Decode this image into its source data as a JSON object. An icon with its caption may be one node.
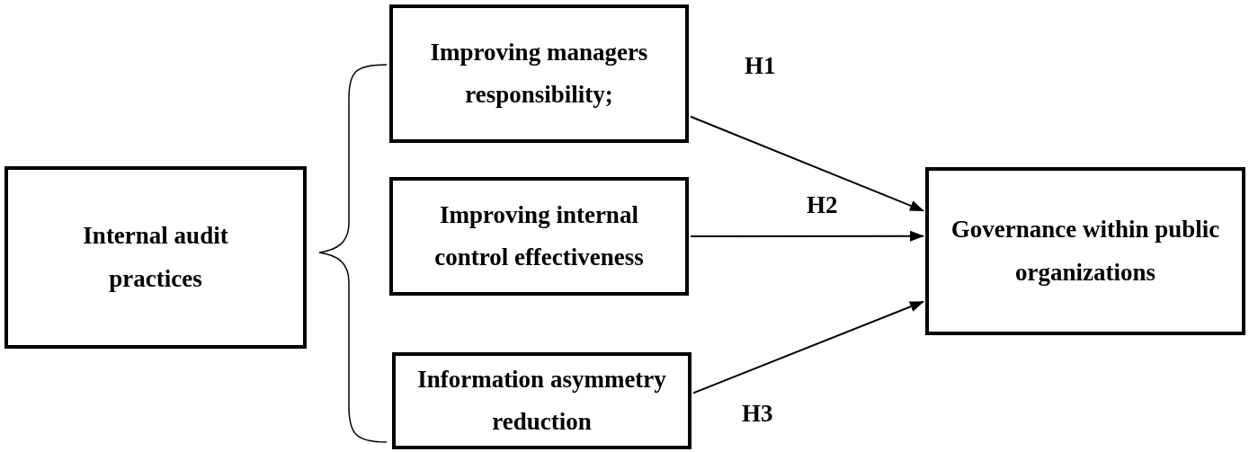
{
  "diagram": {
    "nodes": [
      {
        "text": [
          "Internal audit practices"
        ]
      },
      {
        "text": [
          "Improving managers responsibility;"
        ]
      },
      {
        "text": [
          "Improving internal control effectiveness"
        ]
      },
      {
        "text": [
          "Information asymmetry reduction"
        ]
      },
      {
        "text": [
          "Governance within public organizations"
        ]
      }
    ],
    "edges": [
      {
        "from": 1,
        "to": 4,
        "arrow": "to",
        "label": "H1"
      },
      {
        "from": 2,
        "to": 4,
        "arrow": "to",
        "label": "H2"
      },
      {
        "from": 3,
        "to": 4,
        "arrow": "to",
        "label": "H3"
      }
    ]
  }
}
